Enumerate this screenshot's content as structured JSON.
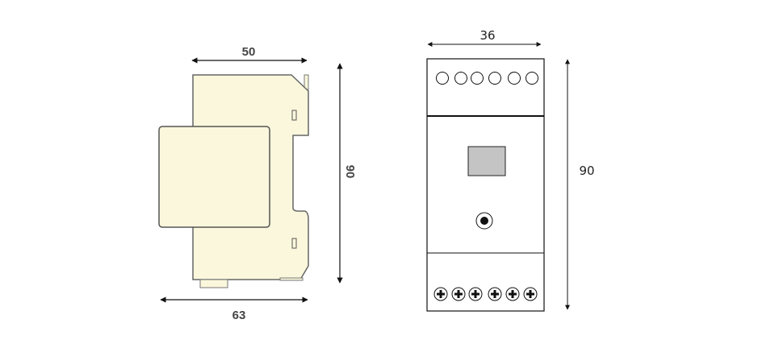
{
  "side_view": {
    "title": "side-view",
    "dimensions": {
      "top_width": "50",
      "bottom_width": "63",
      "height": "90"
    },
    "body_color": "#fbf7dc",
    "outline_color": "#555555"
  },
  "front_view": {
    "title": "front-view",
    "dimensions": {
      "width": "36",
      "height": "90"
    },
    "top_terminal_count": 6,
    "bottom_screw_count": 6,
    "display_color": "#c4c4c4"
  }
}
